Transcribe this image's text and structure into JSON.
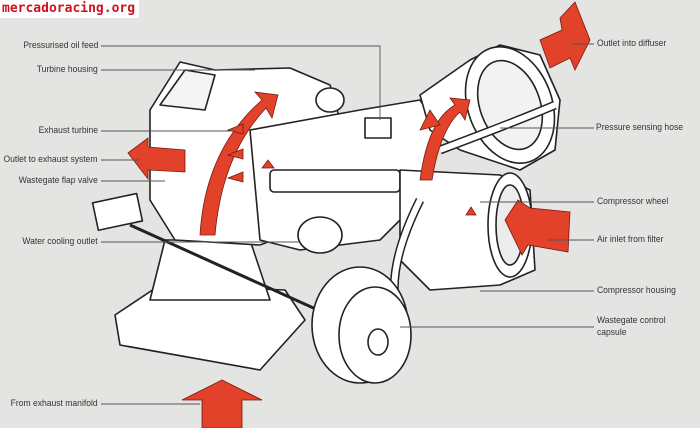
{
  "watermark": "mercadoracing.org",
  "colors": {
    "arrow": "#e2412a",
    "background": "#e4e4e2",
    "line": "#444444"
  },
  "labels_left": [
    {
      "id": "oil-feed",
      "text": "Pressurised oil feed"
    },
    {
      "id": "turbine-housing",
      "text": "Turbine housing"
    },
    {
      "id": "exhaust-turbine",
      "text": "Exhaust turbine"
    },
    {
      "id": "outlet-exhaust",
      "text": "Outlet to exhaust system"
    },
    {
      "id": "wastegate-flap",
      "text": "Wastegate flap valve"
    },
    {
      "id": "water-cooling",
      "text": "Water cooling outlet"
    },
    {
      "id": "exhaust-manifold",
      "text": "From exhaust manifold"
    }
  ],
  "labels_right": [
    {
      "id": "outlet-diffuser",
      "text": "Outlet into diffuser"
    },
    {
      "id": "pressure-hose",
      "text": "Pressure sensing hose"
    },
    {
      "id": "compressor-wheel",
      "text": "Compressor wheel"
    },
    {
      "id": "air-inlet",
      "text": "Air inlet from filter"
    },
    {
      "id": "compressor-housing",
      "text": "Compressor housing"
    },
    {
      "id": "wastegate-capsule",
      "text": "Wastegate control capsule"
    }
  ]
}
